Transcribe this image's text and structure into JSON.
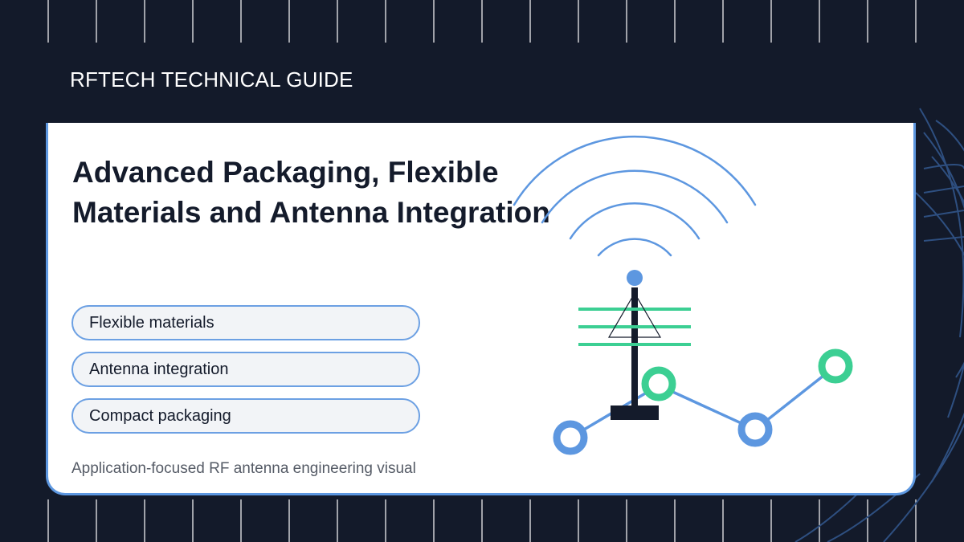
{
  "header": {
    "brand": "RFTECH TECHNICAL GUIDE"
  },
  "card": {
    "title_line1": "Advanced Packaging, Flexible",
    "title_line2": "Materials and Antenna Integration",
    "features": [
      "Flexible materials",
      "Antenna integration",
      "Compact packaging"
    ],
    "caption": "Application-focused RF antenna engineering visual"
  },
  "colors": {
    "background": "#131a2a",
    "accent_blue": "#5d97e0",
    "accent_green": "#3ccf93",
    "text_dark": "#141b2b"
  },
  "icons": {
    "illustration": "antenna-tower-icon",
    "signal": "signal-waves-icon"
  }
}
